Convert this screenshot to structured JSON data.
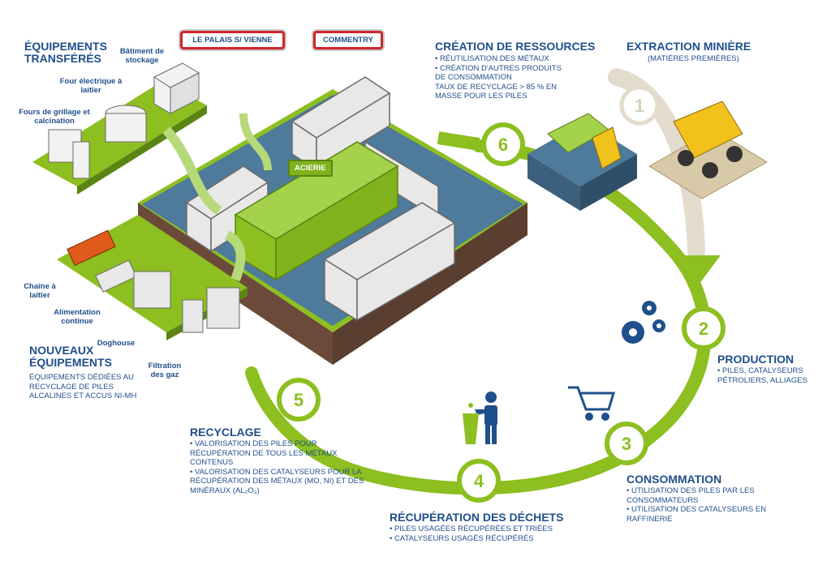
{
  "cycle": {
    "steps": [
      {
        "num": "1",
        "title": "EXTRACTION MINIÈRE",
        "subtitle": "(MATIÈRES PREMIÈRES)"
      },
      {
        "num": "2",
        "title": "PRODUCTION",
        "bullets": [
          "• PILES, CATALYSEURS PÉTROLIERS, ALLIAGES"
        ]
      },
      {
        "num": "3",
        "title": "CONSOMMATION",
        "bullets": [
          "• UTILISATION DES PILES PAR LES CONSOMMATEURS",
          "• UTILISATION DES CATALYSEURS EN RAFFINERIE"
        ]
      },
      {
        "num": "4",
        "title": "RÉCUPÉRATION DES DÉCHETS",
        "bullets": [
          "• PILES USAGÉES RÉCUPÉRÉES ET TRIÉES",
          "• CATALYSEURS USAGÉS RÉCUPÉRÉS"
        ]
      },
      {
        "num": "5",
        "title": "RECYCLAGE",
        "bullets": [
          "• VALORISATION DES PILES POUR RÉCUPÉRATION DE TOUS LES MÉTAUX CONTENUS",
          "• VALORISATION DES CATALYSEURS POUR LA RÉCUPÉRATION DES MÉTAUX (Mo, Ni) ET DES MINÉRAUX (AL₂O₃)"
        ]
      },
      {
        "num": "6",
        "title": "CRÉATION DE RESSOURCES",
        "bullets": [
          "• RÉUTILISATION DES MÉTAUX",
          "• CRÉATION D'AUTRES PRODUITS DE CONSOMMATION",
          "TAUX DE RECYCLAGE > 85 % EN MASSE POUR LES PILES"
        ]
      }
    ]
  },
  "equip_transferes": {
    "title": "ÉQUIPEMENTS TRANSFÉRÉS",
    "labels": [
      "Bâtiment de stockage",
      "Four électrique à laitier",
      "Fours de grillage et calcination"
    ]
  },
  "nouveaux": {
    "title": "NOUVEAUX ÉQUIPEMENTS",
    "body": "ÉQUIPEMENTS DÉDIÉES AU RECYCLAGE DE PILES ALCALINES ET ACCUS NI-MH",
    "labels": [
      "Chaîne à laitier",
      "Alimentation continue",
      "Doghouse",
      "Filtration des gaz"
    ]
  },
  "signs": {
    "palais": "LE PALAIS S/ VIENNE",
    "commentry": "COMMENTRY",
    "acierie": "ACIERIE"
  },
  "colors": {
    "green": "#8cbf1f",
    "blue": "#1f4f8c",
    "beige": "#e3dccd",
    "red": "#d0232a"
  }
}
